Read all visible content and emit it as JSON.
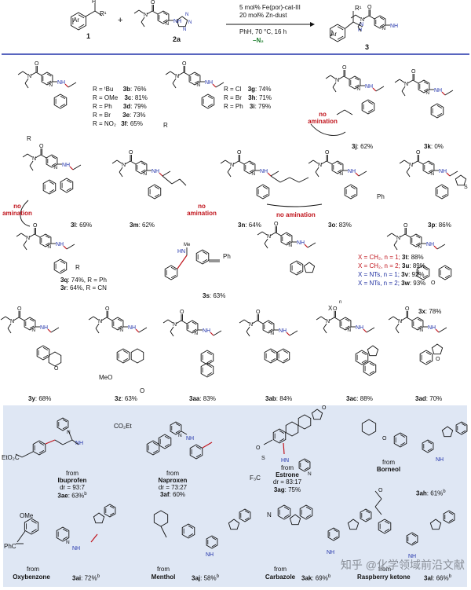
{
  "header": {
    "compound1_label": "1",
    "compound2a_label": "2a",
    "compound3_label": "3",
    "plus": "+",
    "ar": "Ar",
    "r1": "R¹",
    "conditions": [
      "5 mol% Fe(por)-cat-III",
      "20 mol% Zn-dust",
      "PhH, 70 °C, 16 h",
      "–N₂"
    ]
  },
  "row1": {
    "left_table": [
      {
        "r": "R = ᵗBu",
        "id": "3b",
        "yield": "76%"
      },
      {
        "r": "R = OMe",
        "id": "3c",
        "yield": "81%"
      },
      {
        "r": "R = Ph",
        "id": "3d",
        "yield": "79%"
      },
      {
        "r": "R = Br",
        "id": "3e",
        "yield": "73%"
      },
      {
        "r": "R = NO₂",
        "id": "3f",
        "yield": "65%"
      }
    ],
    "mid_table": [
      {
        "r": "R = Cl",
        "id": "3g",
        "yield": "74%"
      },
      {
        "r": "R = Br",
        "id": "3h",
        "yield": "71%"
      },
      {
        "r": "R = Ph",
        "id": "3i",
        "yield": "79%"
      }
    ],
    "r_label": "R",
    "no_amination": "no amination",
    "c3j": {
      "id": "3j",
      "yield": ": 62%"
    },
    "c3k": {
      "id": "3k",
      "yield": ": 0%"
    }
  },
  "row2": {
    "no_amination": "no amination",
    "c3l": {
      "id": "3l",
      "yield": ": 69%"
    },
    "c3m": {
      "id": "3m",
      "yield": ": 62%"
    },
    "c3n": {
      "id": "3n",
      "yield": ": 64%"
    },
    "c3o": {
      "id": "3o",
      "yield": ": 83%"
    },
    "c3p": {
      "id": "3p",
      "yield": ": 86%"
    },
    "ph": "Ph"
  },
  "row3": {
    "c3q": {
      "id": "3q",
      "text": ": 74%, R = Ph"
    },
    "c3r": {
      "id": "3r",
      "text": ": 64%, R = CN"
    },
    "c3s": {
      "id": "3s",
      "yield": ": 63%"
    },
    "x_table": [
      {
        "x": "X = CH₂, n = 1;",
        "id": "3t",
        "yield": ": 88%"
      },
      {
        "x": "X = CH₂, n = 2;",
        "id": "3u",
        "yield": ": 89%"
      },
      {
        "x": "X = NTs, n = 1;",
        "id": "3v",
        "yield": ": 92%"
      },
      {
        "x": "X = NTs, n = 2;",
        "id": "3w",
        "yield": ": 93%"
      }
    ],
    "c3x": {
      "id": "3x",
      "yield": ": 78%"
    },
    "ph": "Ph",
    "r_label": "R",
    "x_label": "X",
    "n_label": "n"
  },
  "row4": {
    "c3y": {
      "id": "3y",
      "yield": ": 68%"
    },
    "c3z": {
      "id": "3z",
      "yield": ": 63%"
    },
    "c3aa": {
      "id": "3aa",
      "yield": ": 83%"
    },
    "c3ab": {
      "id": "3ab",
      "yield": ": 84%"
    },
    "c3ac": {
      "id": "3ac",
      "yield": ": 88%"
    },
    "c3ad": {
      "id": "3ad",
      "yield": ": 70%"
    },
    "meo": "MeO",
    "o": "O"
  },
  "drugs": {
    "ibuprofen": {
      "from": "from",
      "name": "Ibuprofen",
      "dr": "dr = 93:7",
      "id": "3ae",
      "yield": ": 63%",
      "sup": "b"
    },
    "naproxen": {
      "from": "from",
      "name": "Naproxen",
      "dr": "dr = 73:27",
      "id": "3af",
      "yield": ": 60%"
    },
    "estrone": {
      "from": "from",
      "name": "Estrone",
      "dr": "dr = 83:17",
      "id": "3ag",
      "yield": ": 75%"
    },
    "borneol": {
      "from": "from",
      "name": "Borneol",
      "id": "3ah",
      "yield": ": 61%",
      "sup": "b"
    },
    "oxybenzone": {
      "from": "from",
      "name": "Oxybenzone",
      "id": "3ai",
      "yield": ": 72%",
      "sup": "b"
    },
    "menthol": {
      "from": "from",
      "name": "Menthol",
      "id": "3aj",
      "yield": ": 58%",
      "sup": "b"
    },
    "carbazole": {
      "from": "from",
      "name": "Carbazole",
      "id": "3ak",
      "yield": ": 69%",
      "sup": "b"
    },
    "raspberry": {
      "from": "from",
      "name": "Raspberry ketone",
      "id": "3al",
      "yield": ": 66%",
      "sup": "b"
    },
    "labels": {
      "eto2c": "EtO₂C",
      "co2et": "CO₂Et",
      "tf": "F₃C",
      "ome": "OMe",
      "phco": "PhC",
      "o": "O",
      "n": "N",
      "hn": "HN",
      "nh": "NH",
      "me": "Me",
      "s": "S"
    }
  },
  "watermark": "知乎 @化学领域前沿文献"
}
